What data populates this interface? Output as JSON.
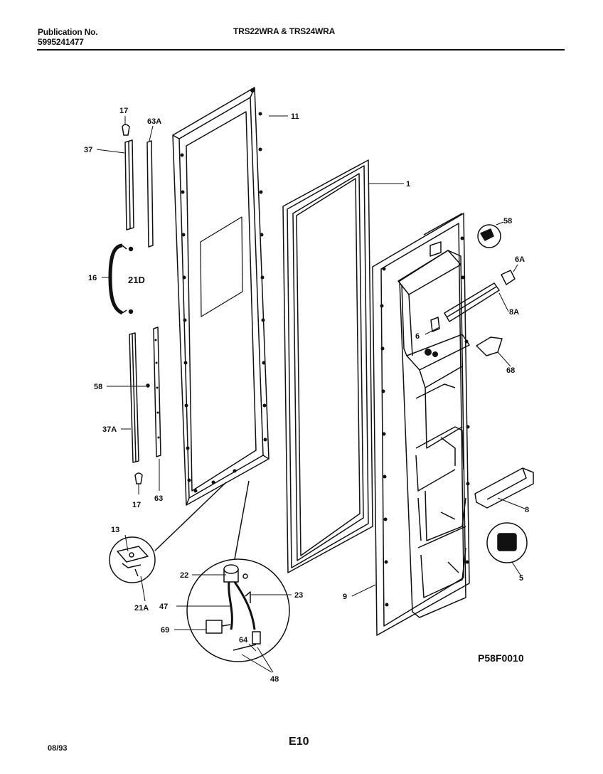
{
  "header": {
    "publication_label": "Publication No.",
    "publication_number": "5995241477",
    "model_title": "TRS22WRA & TRS24WRA"
  },
  "parts": {
    "p1": "1",
    "p5": "5",
    "p6": "6",
    "p6a": "6A",
    "p8": "8",
    "p8a": "8A",
    "p9": "9",
    "p11": "11",
    "p13": "13",
    "p16": "16",
    "p17_top": "17",
    "p17_bottom": "17",
    "p21a": "21A",
    "p21d": "21D",
    "p22": "22",
    "p23": "23",
    "p37": "37",
    "p37a": "37A",
    "p47": "47",
    "p48": "48",
    "p58_left": "58",
    "p58_right": "58",
    "p63": "63",
    "p63a": "63A",
    "p64": "64",
    "p68": "68",
    "p69": "69"
  },
  "diagram_code": "P58F0010",
  "footer": {
    "date": "08/93",
    "page_code": "E10"
  }
}
